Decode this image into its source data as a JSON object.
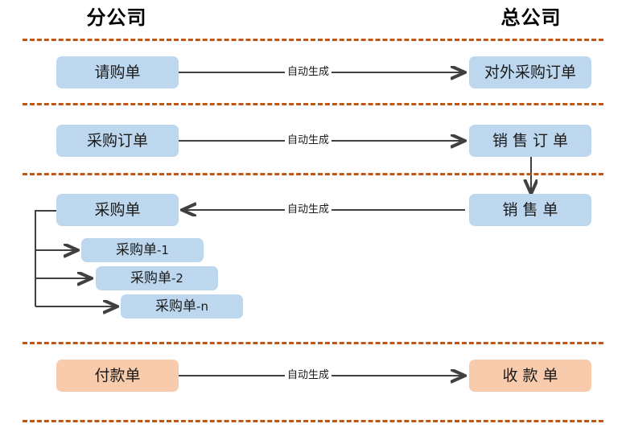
{
  "diagram": {
    "title_left": "分公司",
    "title_right": "总公司",
    "edge_label": "自动生成",
    "colors": {
      "box_blue": "#bdd7ee",
      "box_peach": "#f8cbad",
      "divider": "#c0560f",
      "connector": "#404040",
      "text": "#1a1a1a"
    },
    "rows": [
      {
        "id": "row-purchase-request",
        "left_box": "请购单",
        "right_box": "对外采购订单",
        "link_label": "自动生成",
        "direction": "left-to-right"
      },
      {
        "id": "row-purchase-order",
        "left_box": "采购订单",
        "right_box": "销 售 订 单",
        "link_label": "自动生成",
        "direction": "left-to-right"
      },
      {
        "id": "row-purchase-receipt",
        "left_box": "采购单",
        "right_box": "销 售 单",
        "link_label": "自动生成",
        "direction": "right-to-left"
      },
      {
        "id": "row-payment",
        "left_box": "付款单",
        "right_box": "收 款 单",
        "link_label": "自动生成",
        "direction": "left-to-right"
      }
    ],
    "split_items": [
      {
        "base": "采购单",
        "suffix": "-1"
      },
      {
        "base": "采购单",
        "suffix": "-2"
      },
      {
        "base": "采购单",
        "suffix": "-n"
      }
    ]
  }
}
